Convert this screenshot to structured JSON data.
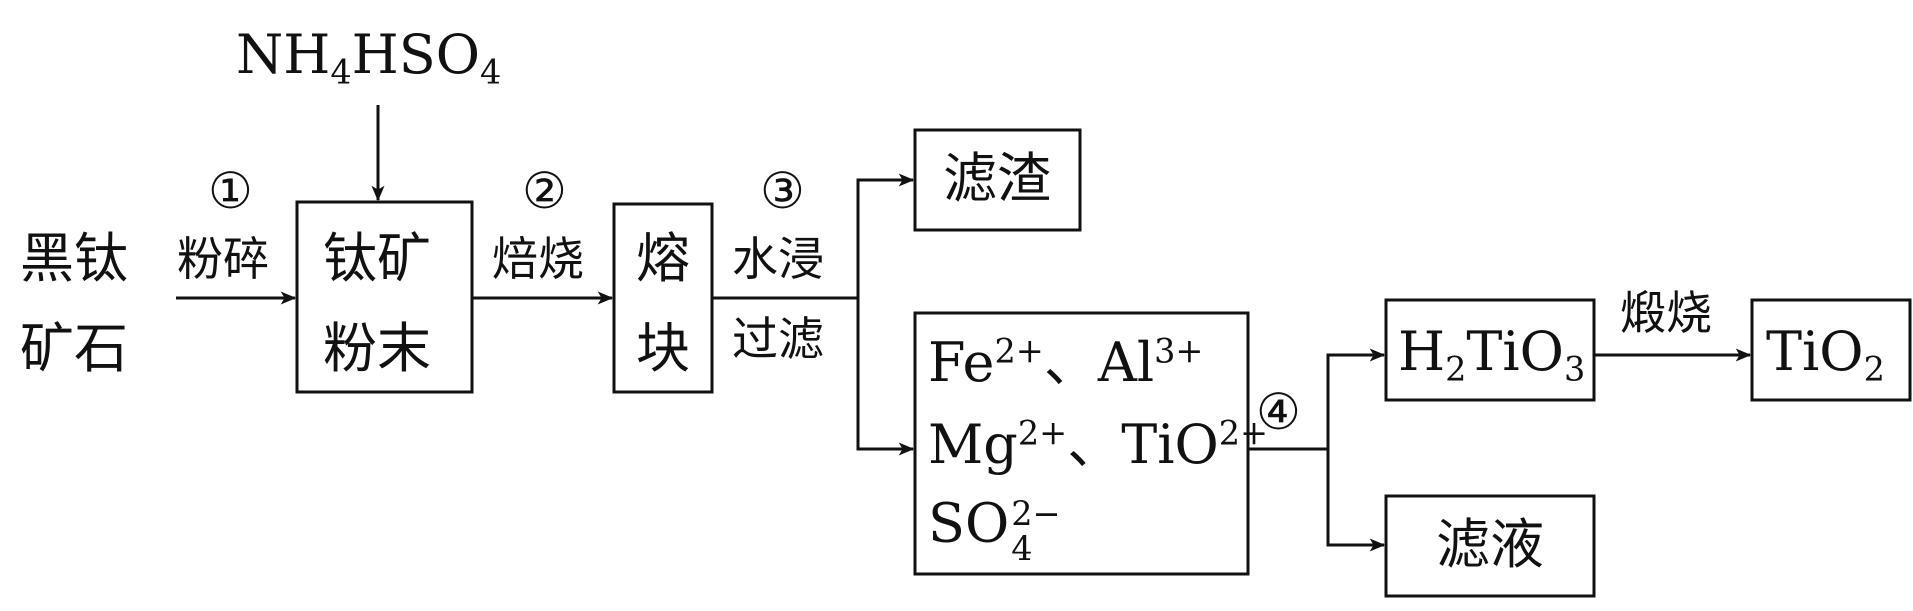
{
  "reagent": {
    "main": "NH",
    "sub1": "4",
    "mid": "HSO",
    "sub2": "4"
  },
  "source": {
    "line1": "黑钛",
    "line2": "矿石"
  },
  "steps": {
    "s1": {
      "num": "①",
      "label": "粉碎"
    },
    "s2": {
      "num": "②",
      "label": "焙烧"
    },
    "s3": {
      "num": "③",
      "label1": "水浸",
      "label2": "过滤"
    },
    "s4": {
      "num": "④"
    },
    "calcine": {
      "label": "煅烧"
    }
  },
  "boxes": {
    "powder": {
      "line1": "钛矿",
      "line2": "粉末"
    },
    "melt": {
      "line1": "熔",
      "line2": "块"
    },
    "residue": {
      "text": "滤渣"
    },
    "solution": {
      "fe": "Fe",
      "fe_charge": "2+",
      "sep1": "、",
      "al": "Al",
      "al_charge": "3+",
      "mg": "Mg",
      "mg_charge": "2+",
      "sep2": "、",
      "tio": "TiO",
      "tio_charge": "2+",
      "so": "SO",
      "so_charge": "2−",
      "so_sub": "4"
    },
    "h2tio3": {
      "h": "H",
      "sub1": "2",
      "mid": "TiO",
      "sub2": "3"
    },
    "tio2": {
      "main": "TiO",
      "sub": "2"
    },
    "filtrate": {
      "text": "滤液"
    }
  }
}
